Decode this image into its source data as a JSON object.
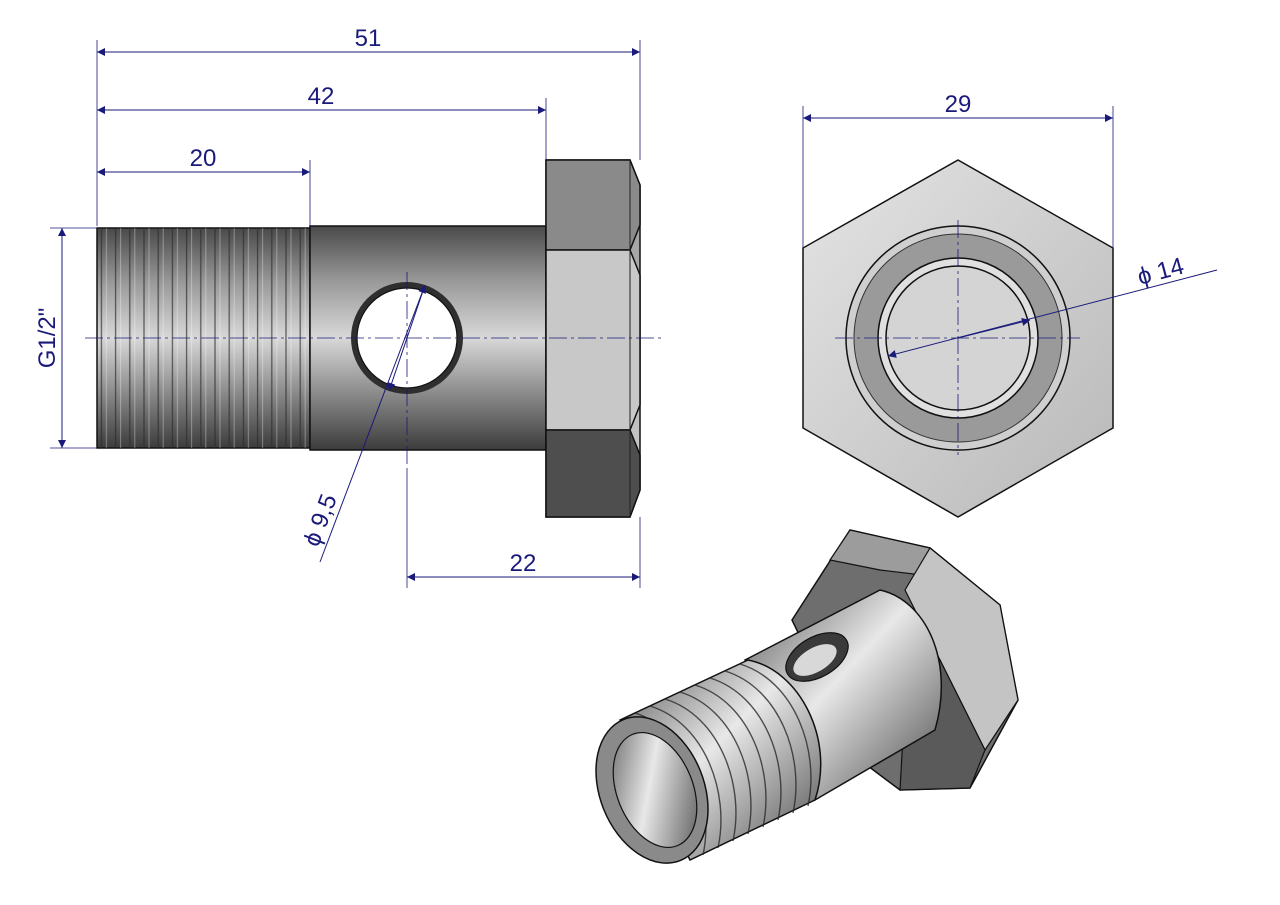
{
  "drawing": {
    "title": "Banjo bolt G1/2\"",
    "dimensions": {
      "overall_length": "51",
      "length_to_head": "42",
      "thread_length": "20",
      "thread_size": "G1/2\"",
      "cross_hole_diameter": "ϕ 9,5",
      "hole_to_end": "22",
      "hex_across_flats": "29",
      "bore_diameter": "ϕ 14"
    },
    "colors": {
      "dimension": "#1a1a7a",
      "metal_light": "#e6e6e6",
      "metal_dark": "#5a5a5a"
    }
  }
}
